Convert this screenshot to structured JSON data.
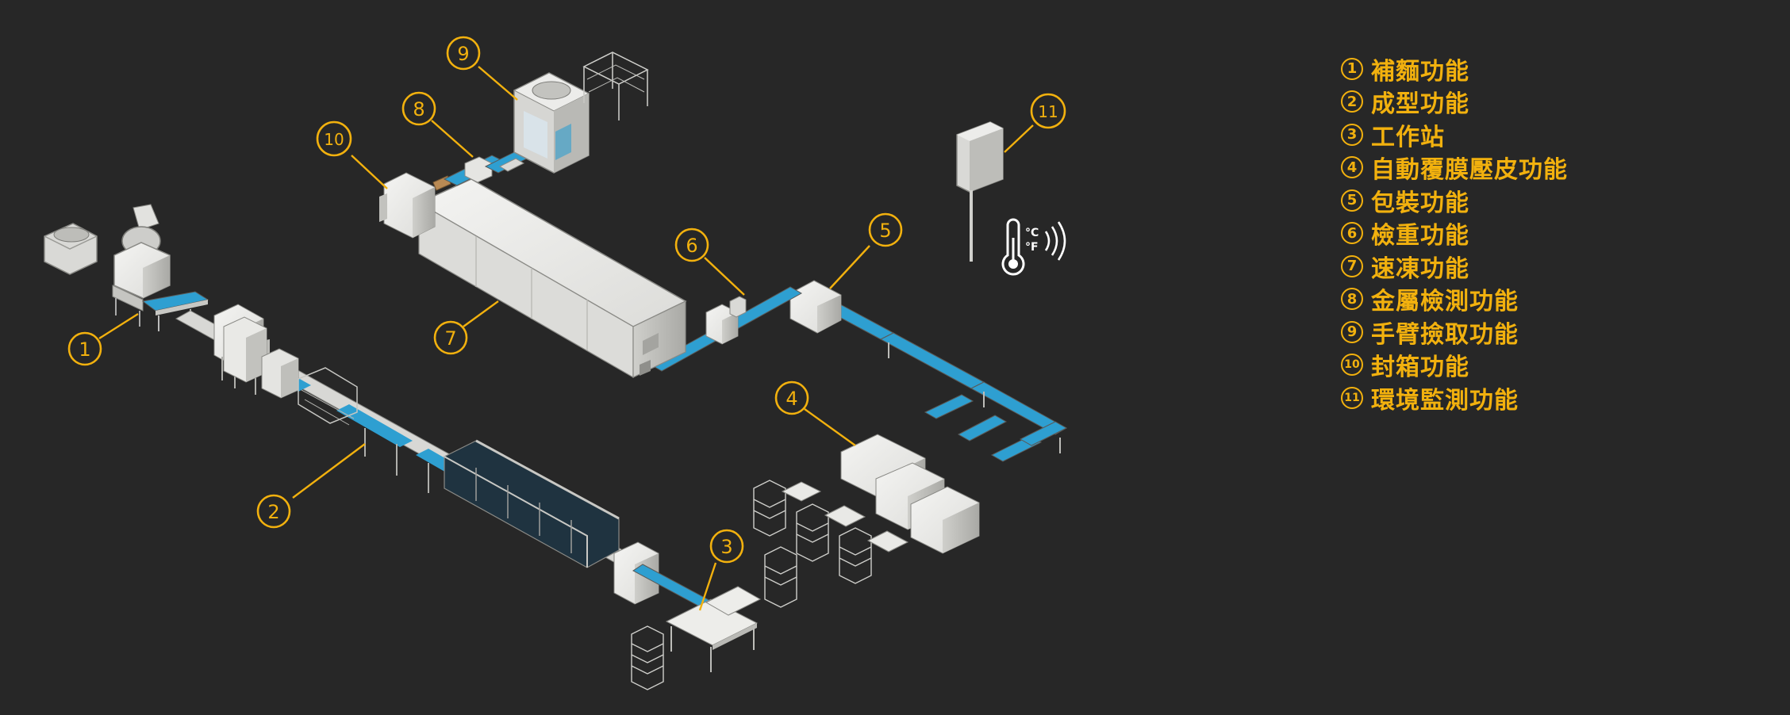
{
  "colors": {
    "background": "#272727",
    "accent": "#f2b10e",
    "conveyor": "#2e9fd1",
    "machine": "#e8e8e6",
    "machine_shade": "#b7b7b4"
  },
  "callouts": [
    {
      "number": "1"
    },
    {
      "number": "2"
    },
    {
      "number": "3"
    },
    {
      "number": "4"
    },
    {
      "number": "5"
    },
    {
      "number": "6"
    },
    {
      "number": "7"
    },
    {
      "number": "8"
    },
    {
      "number": "9"
    },
    {
      "number": "10"
    },
    {
      "number": "11"
    }
  ],
  "legend": [
    {
      "number": "1",
      "label": "補麵功能"
    },
    {
      "number": "2",
      "label": "成型功能"
    },
    {
      "number": "3",
      "label": "工作站"
    },
    {
      "number": "4",
      "label": "自動覆膜壓皮功能"
    },
    {
      "number": "5",
      "label": "包裝功能"
    },
    {
      "number": "6",
      "label": "檢重功能"
    },
    {
      "number": "7",
      "label": "速凍功能"
    },
    {
      "number": "8",
      "label": "金屬檢測功能"
    },
    {
      "number": "9",
      "label": "手臂撿取功能"
    },
    {
      "number": "10",
      "label": "封箱功能"
    },
    {
      "number": "11",
      "label": "環境監測功能"
    }
  ],
  "sensor": {
    "icon": "thermometer-wireless-icon",
    "unit_c": "°C",
    "unit_f": "°F"
  }
}
